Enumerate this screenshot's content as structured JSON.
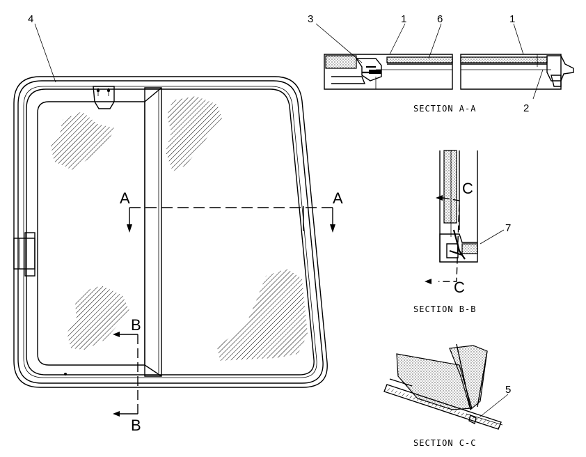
{
  "callouts": {
    "c1a": "1",
    "c1b": "1",
    "c2": "2",
    "c3": "3",
    "c4": "4",
    "c5": "5",
    "c6": "6",
    "c7": "7"
  },
  "cut_labels": {
    "a_left": "A",
    "a_right": "A",
    "b_top": "B",
    "b_bottom": "B",
    "c_top": "C",
    "c_bottom": "C"
  },
  "captions": {
    "section_aa": "SECTION A-A",
    "section_bb": "SECTION B-B",
    "section_cc": "SECTION C-C"
  }
}
